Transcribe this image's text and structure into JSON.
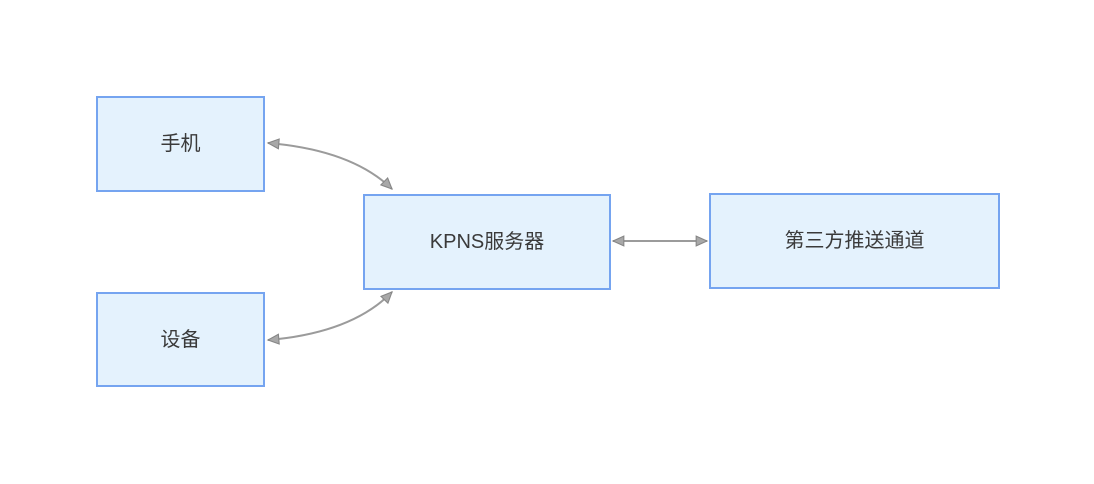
{
  "diagram": {
    "colors": {
      "canvas_bg": "#ffffff",
      "node_fill": "#e4f2fd",
      "node_border": "#75a4f0",
      "connector": "#9b9b9b",
      "arrowhead_fill": "#a8a8a8",
      "arrowhead_stroke": "#868686",
      "text": "#3a3a3a"
    },
    "nodes": [
      {
        "id": "phone",
        "label": "手机"
      },
      {
        "id": "device",
        "label": "设备"
      },
      {
        "id": "kpns-server",
        "label": "KPNS服务器"
      },
      {
        "id": "third-party-channel",
        "label": "第三方推送通道"
      }
    ],
    "edges": [
      {
        "from": "phone",
        "to": "kpns-server",
        "style": "curved",
        "bidirectional": true
      },
      {
        "from": "device",
        "to": "kpns-server",
        "style": "curved",
        "bidirectional": true
      },
      {
        "from": "kpns-server",
        "to": "third-party-channel",
        "style": "straight",
        "bidirectional": true
      }
    ]
  }
}
